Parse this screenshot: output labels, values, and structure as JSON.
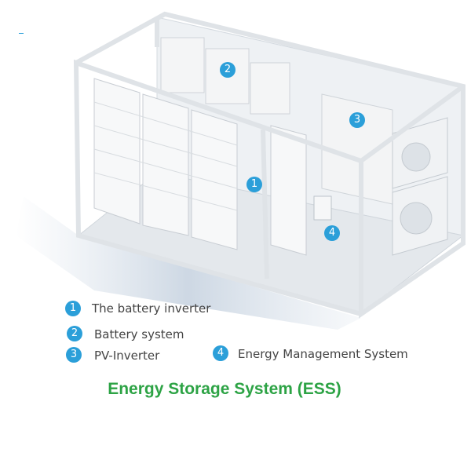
{
  "callouts": [
    {
      "number": "1",
      "label": "The battery inverter"
    },
    {
      "number": "2",
      "label": "Battery system"
    },
    {
      "number": "3",
      "label": "PV-Inverter"
    },
    {
      "number": "4",
      "label": "Energy Management System"
    }
  ],
  "title": "Energy Storage System (ESS)",
  "colors": {
    "badge": "#2b9fd9",
    "title": "#2da345"
  }
}
